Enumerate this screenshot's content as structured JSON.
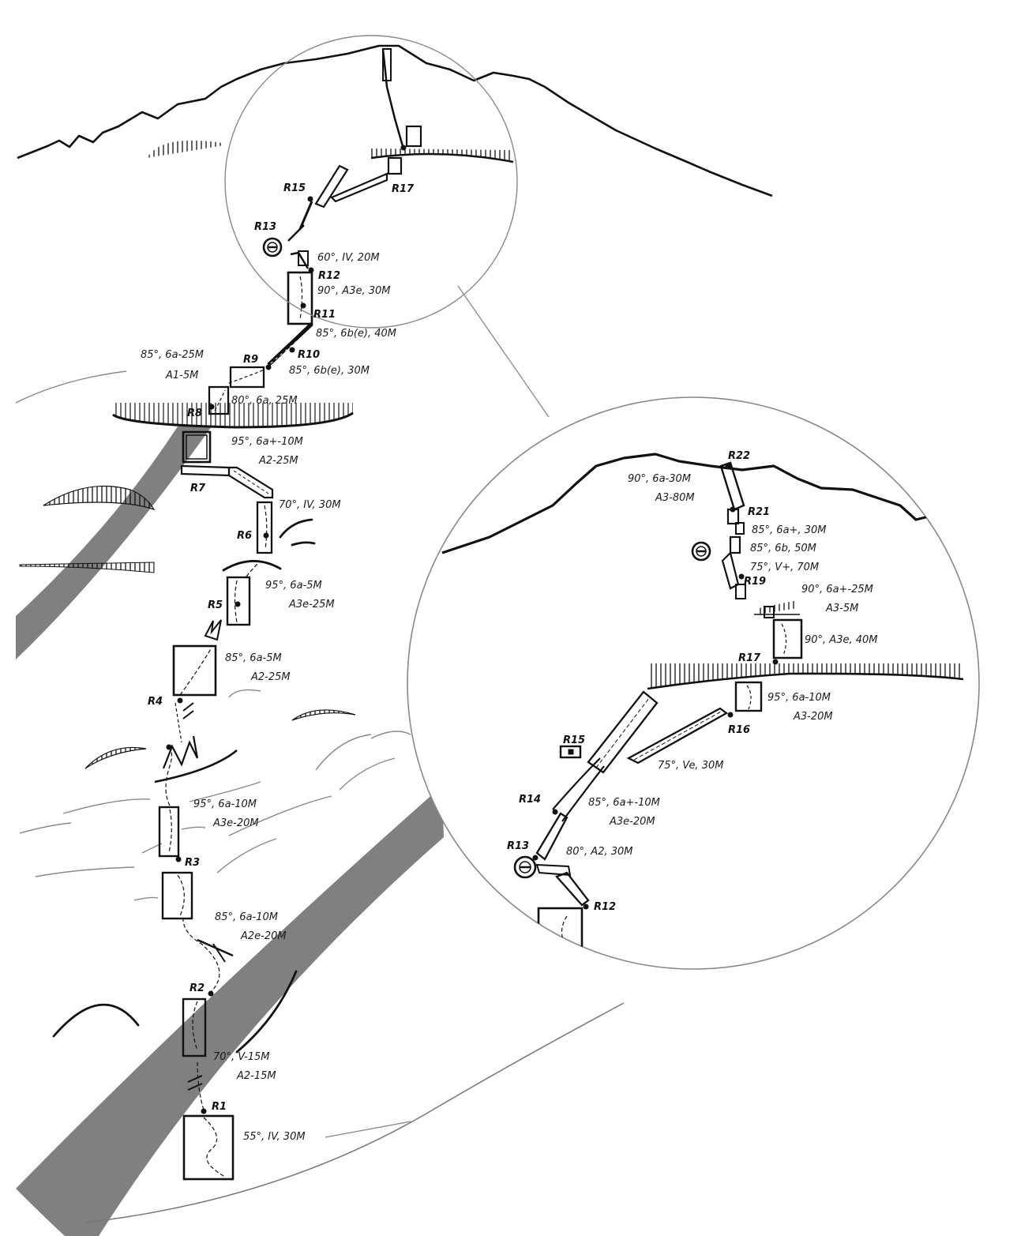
{
  "colors": {
    "ink": "#111111",
    "couloir": "#808080",
    "thin_line": "#999999",
    "background": "#ffffff"
  },
  "main_route": {
    "stations": [
      "R1",
      "R2",
      "R3",
      "R4",
      "R5",
      "R6",
      "R7",
      "R8",
      "R9",
      "R10",
      "R11",
      "R12",
      "R13",
      "R15",
      "R17"
    ],
    "pitches": [
      [
        "55°, IV, 30M"
      ],
      [
        "70°, V-15M",
        "A2-15M"
      ],
      [
        "85°, 6a-10M",
        "A2e-20M"
      ],
      [
        "95°, 6a-10M",
        "A3e-20M"
      ],
      [
        "85°, 6a-5M",
        "A2-25M"
      ],
      [
        "95°, 6a-5M",
        "A3e-25M"
      ],
      [
        "70°, IV, 30M"
      ],
      [
        "95°, 6a+-10M",
        "A2-25M"
      ],
      [
        "80°, 6a, 25M"
      ],
      [
        "85°, 6a-25M",
        "A1-5M"
      ],
      [
        "85°, 6b(e), 30M"
      ],
      [
        "85°, 6b(e), 40M"
      ],
      [
        "90°, A3e, 30M"
      ],
      [
        "60°, IV, 20M"
      ]
    ]
  },
  "detail_inset": {
    "stations": [
      "R12",
      "R13",
      "R14",
      "R15",
      "R16",
      "R17",
      "R19",
      "R21",
      "R22"
    ],
    "pitches": [
      [
        "80°, A2, 30M"
      ],
      [
        "85°, 6a+-10M",
        "A3e-20M"
      ],
      [
        "75°, Ve, 30M"
      ],
      [
        "95°, 6a-10M",
        "A3-20M"
      ],
      [
        "90°, A3e, 40M"
      ],
      [
        "90°, 6a+-25M",
        "A3-5M"
      ],
      [
        "75°, V+, 70M"
      ],
      [
        "85°, 6b, 50M"
      ],
      [
        "85°, 6a+, 30M"
      ],
      [
        "90°, 6a-30M",
        "A3-80M"
      ]
    ]
  }
}
